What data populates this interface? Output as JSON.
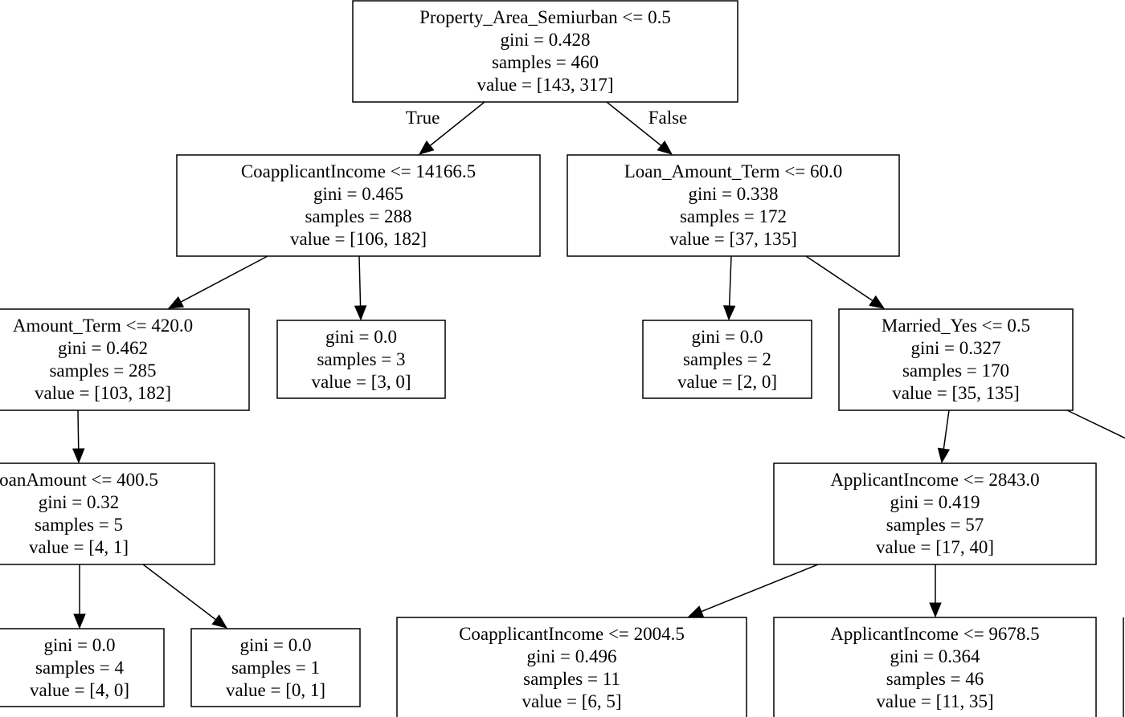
{
  "tree": {
    "nodes": [
      {
        "id": "n0",
        "lines": [
          "Property_Area_Semiurban <= 0.5",
          "gini = 0.428",
          "samples = 460",
          "value = [143, 317]"
        ]
      },
      {
        "id": "n1",
        "lines": [
          "CoapplicantIncome <= 14166.5",
          "gini = 0.465",
          "samples = 288",
          "value = [106, 182]"
        ]
      },
      {
        "id": "n2",
        "lines": [
          "Loan_Amount_Term <= 60.0",
          "gini = 0.338",
          "samples = 172",
          "value = [37, 135]"
        ]
      },
      {
        "id": "n3",
        "lines": [
          "Amount_Term <= 420.0",
          "gini = 0.462",
          "samples = 285",
          "value = [103, 182]"
        ]
      },
      {
        "id": "n4",
        "lines": [
          "gini = 0.0",
          "samples = 3",
          "value = [3, 0]"
        ]
      },
      {
        "id": "n5",
        "lines": [
          "gini = 0.0",
          "samples = 2",
          "value = [2, 0]"
        ]
      },
      {
        "id": "n6",
        "lines": [
          "Married_Yes <= 0.5",
          "gini = 0.327",
          "samples = 170",
          "value = [35, 135]"
        ]
      },
      {
        "id": "n7",
        "lines": [
          "oanAmount <= 400.5",
          "gini = 0.32",
          "samples = 5",
          "value = [4, 1]"
        ]
      },
      {
        "id": "n8",
        "lines": [
          "ApplicantIncome <= 2843.0",
          "gini = 0.419",
          "samples = 57",
          "value = [17, 40]"
        ]
      },
      {
        "id": "n9",
        "lines": [
          "gini = 0.0",
          "samples = 4",
          "value = [4, 0]"
        ]
      },
      {
        "id": "n10",
        "lines": [
          "gini = 0.0",
          "samples = 1",
          "value = [0, 1]"
        ]
      },
      {
        "id": "n11",
        "lines": [
          "CoapplicantIncome <= 2004.5",
          "gini = 0.496",
          "samples = 11",
          "value = [6, 5]"
        ]
      },
      {
        "id": "n12",
        "lines": [
          "ApplicantIncome <= 9678.5",
          "gini = 0.364",
          "samples = 46",
          "value = [11, 35]"
        ]
      }
    ],
    "edges": [
      {
        "from": "n0",
        "to": "n1",
        "label": "True"
      },
      {
        "from": "n0",
        "to": "n2",
        "label": "False"
      },
      {
        "from": "n1",
        "to": "n3",
        "label": ""
      },
      {
        "from": "n1",
        "to": "n4",
        "label": ""
      },
      {
        "from": "n2",
        "to": "n5",
        "label": ""
      },
      {
        "from": "n2",
        "to": "n6",
        "label": ""
      },
      {
        "from": "n3",
        "to": "n7",
        "label": ""
      },
      {
        "from": "n7",
        "to": "n9",
        "label": ""
      },
      {
        "from": "n7",
        "to": "n10",
        "label": ""
      },
      {
        "from": "n6",
        "to": "n8",
        "label": ""
      },
      {
        "from": "n8",
        "to": "n11",
        "label": ""
      },
      {
        "from": "n8",
        "to": "n12",
        "label": ""
      }
    ]
  }
}
